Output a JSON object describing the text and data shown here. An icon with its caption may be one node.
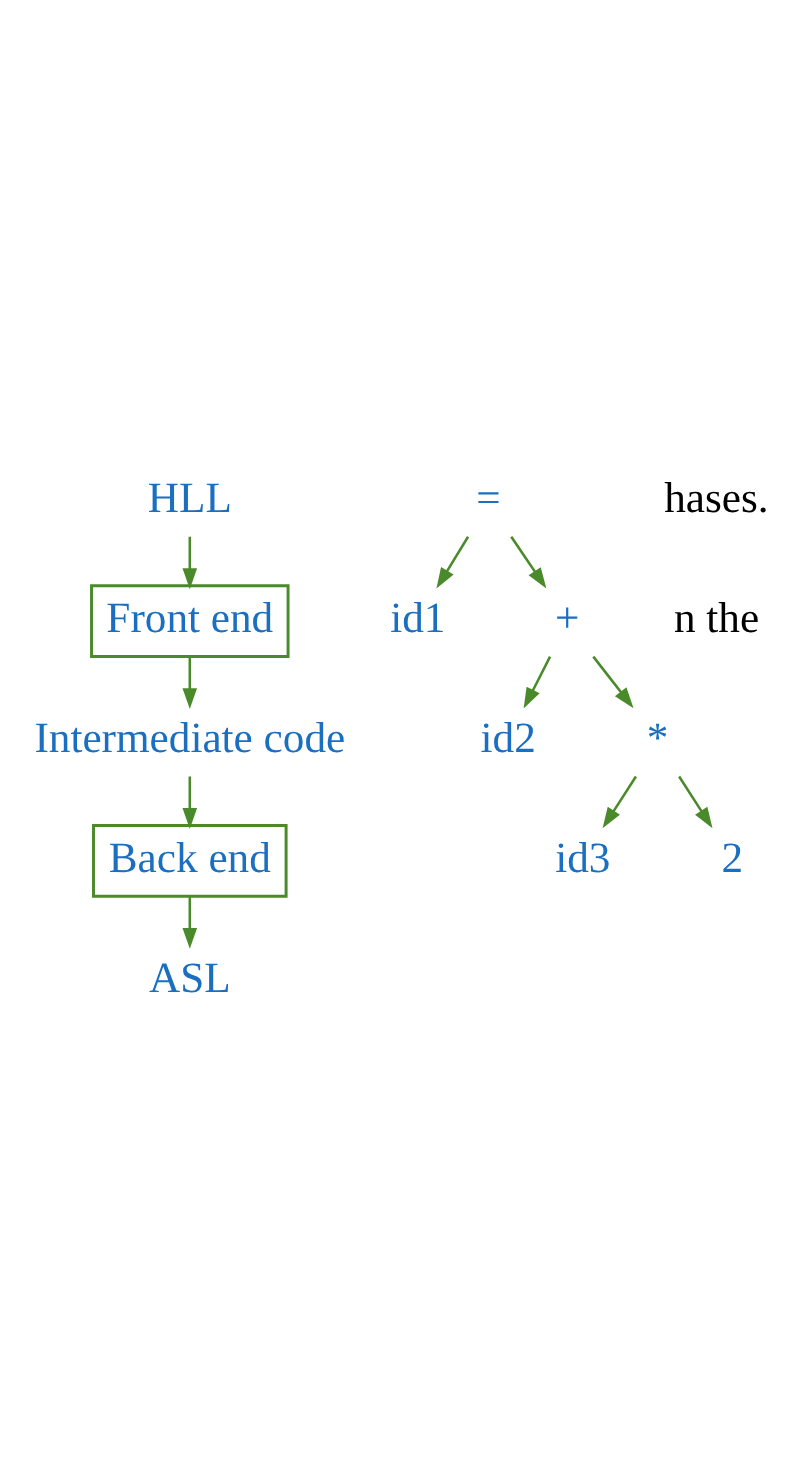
{
  "diagram": {
    "nodes": [
      {
        "text": [
          "HLL"
        ]
      },
      {
        "text": [
          "Front end"
        ]
      },
      {
        "text": [
          "Intermediate code"
        ]
      },
      {
        "text": [
          "Back end"
        ]
      },
      {
        "text": [
          "ASL"
        ]
      },
      {
        "text": [
          "="
        ]
      },
      {
        "text": [
          "id1"
        ]
      },
      {
        "text": [
          "+"
        ]
      },
      {
        "text": [
          "id2"
        ]
      },
      {
        "text": [
          "*"
        ]
      },
      {
        "text": [
          "id3"
        ]
      },
      {
        "text": [
          "2"
        ]
      }
    ],
    "edges": [
      {
        "from": 0,
        "to": 1,
        "arrow": "to"
      },
      {
        "from": 1,
        "to": 2,
        "arrow": "to"
      },
      {
        "from": 2,
        "to": 3,
        "arrow": "to"
      },
      {
        "from": 3,
        "to": 4,
        "arrow": "to"
      },
      {
        "from": 5,
        "to": 6,
        "arrow": "to"
      },
      {
        "from": 5,
        "to": 7,
        "arrow": "to"
      },
      {
        "from": 7,
        "to": 8,
        "arrow": "to"
      },
      {
        "from": 7,
        "to": 9,
        "arrow": "to"
      },
      {
        "from": 9,
        "to": 10,
        "arrow": "to"
      },
      {
        "from": 9,
        "to": 11,
        "arrow": "to"
      }
    ],
    "labels": [
      "hases.",
      "n the"
    ]
  }
}
